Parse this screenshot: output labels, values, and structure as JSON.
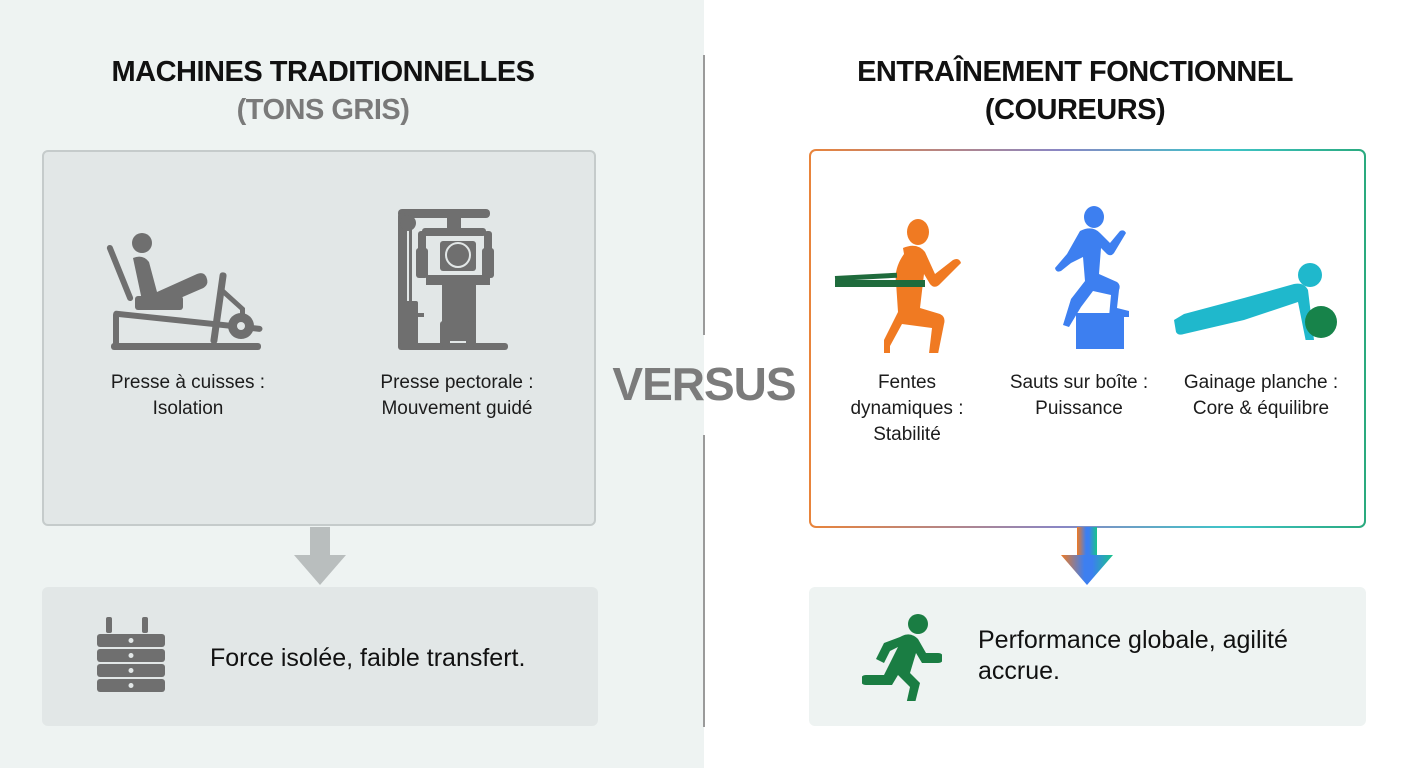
{
  "left_panel": {
    "title_line1": "MACHINES TRADITIONNELLES",
    "title_line2": "(TONS GRIS)",
    "items": [
      {
        "icon": "leg-press-machine-icon",
        "label_line1": "Presse à cuisses :",
        "label_line2": "Isolation"
      },
      {
        "icon": "chest-press-machine-icon",
        "label_line1": "Presse pectorale :",
        "label_line2": "Mouvement guidé"
      }
    ],
    "result": {
      "icon": "weight-stack-icon",
      "text": "Force isolée, faible transfert."
    },
    "colors": {
      "icon": "#6f6f6f",
      "arrow": "#b9bebe",
      "box_bg": "#e2e7e7",
      "subtitle": "#7a7a7a"
    }
  },
  "center": {
    "label": "VERSUS"
  },
  "right_panel": {
    "title_line1": "ENTRAÎNEMENT FONCTIONNEL",
    "title_line2": "(COUREURS)",
    "items": [
      {
        "icon": "resistance-band-lunge-icon",
        "label_line1": "Fentes",
        "label_line2": "dynamiques :",
        "label_line3": "Stabilité",
        "color": "#f07a22"
      },
      {
        "icon": "box-jump-icon",
        "label_line1": "Sauts sur boîte :",
        "label_line2": "Puissance",
        "color": "#3d7ff0"
      },
      {
        "icon": "plank-ball-icon",
        "label_line1": "Gainage planche :",
        "label_line2": "Core & équilibre",
        "color": "#1fb8cc"
      }
    ],
    "result": {
      "icon": "running-person-icon",
      "text_line1": "Performance globale, agilité",
      "text_line2": "accrue."
    },
    "colors": {
      "band": "#1f6b3c",
      "ball": "#17834a",
      "runner": "#1a7d43",
      "border_gradient": [
        "#e9843a",
        "#8a86c4",
        "#3fc4c8",
        "#2aaa7e"
      ]
    }
  }
}
